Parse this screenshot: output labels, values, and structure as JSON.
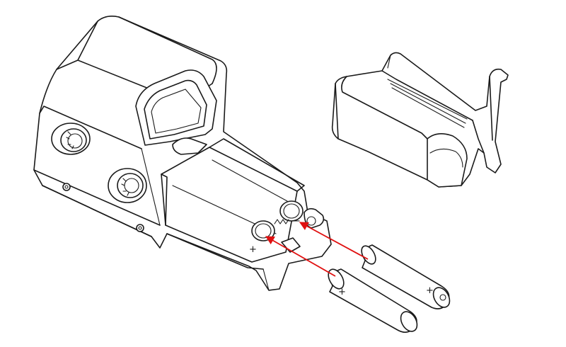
{
  "colors": {
    "line": "#1a1a1a",
    "arrow": "#e01010",
    "background": "#ffffff"
  },
  "polarity_marks": {
    "battery_front_plus": "+",
    "battery_back_plus": "+",
    "compartment_plus": "+",
    "compartment_minus": "−"
  },
  "icons": [
    "holographic-sight-body",
    "battery-cover",
    "aa-battery",
    "insertion-arrow"
  ]
}
